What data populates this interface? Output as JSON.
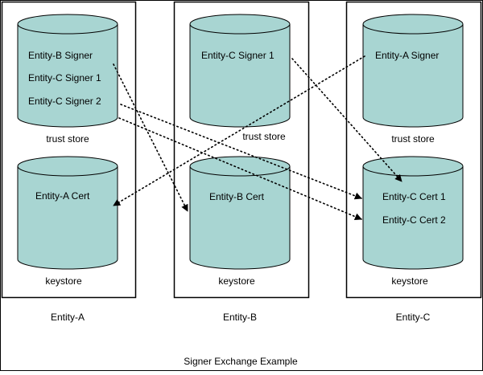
{
  "title": "Signer Exchange Example",
  "colors": {
    "cylinder_fill": "#a8d5d2",
    "stroke": "#000000",
    "background": "#ffffff"
  },
  "entities": [
    {
      "name": "Entity-A",
      "truststore": {
        "label": "trust store",
        "items": [
          "Entity-B Signer",
          "Entity-C Signer 1",
          "Entity-C Signer 2"
        ]
      },
      "keystore": {
        "label": "keystore",
        "items": [
          "Entity-A Cert"
        ]
      }
    },
    {
      "name": "Entity-B",
      "truststore": {
        "label": "trust store",
        "items": [
          "Entity-C Signer 1"
        ]
      },
      "keystore": {
        "label": "keystore",
        "items": [
          "Entity-B Cert"
        ]
      }
    },
    {
      "name": "Entity-C",
      "truststore": {
        "label": "trust store",
        "items": [
          "Entity-A Signer"
        ]
      },
      "keystore": {
        "label": "keystore",
        "items": [
          "Entity-C Cert 1",
          "Entity-C Cert 2"
        ]
      }
    }
  ],
  "connections": [
    {
      "from": "Entity-B Signer",
      "to": "Entity-B Cert"
    },
    {
      "from": "Entity-C Signer 1",
      "to": "Entity-C Cert 1"
    },
    {
      "from": "Entity-C Signer 2",
      "to": "Entity-C Cert 2"
    },
    {
      "from": "Entity-C Signer 1",
      "to": "Entity-C Cert 1"
    },
    {
      "from": "Entity-A Signer",
      "to": "Entity-A Cert"
    }
  ]
}
